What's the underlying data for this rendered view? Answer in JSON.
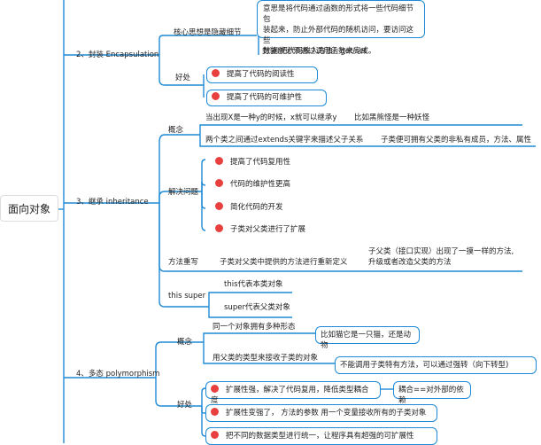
{
  "root": "面向对象",
  "encapsulation": {
    "label": "2、封装 Encapsulation",
    "core": {
      "label": "核心思想是隐藏细节",
      "desc": [
        "意思是将代码通过函数的形式将一些代码细节包",
        "装起来，防止外部代码的随机访问，要访问这些",
        "数据就必须通过调用函数来完成。"
      ],
      "example": "封装(把代码放入方法）get/set"
    },
    "benefits": {
      "label": "好处",
      "items": [
        "提高了代码的阅读性",
        "提高了代码的可维护性"
      ]
    }
  },
  "inheritance": {
    "label": "3、继承  inheritance",
    "concept": {
      "label": "概念",
      "line1": "当出现X是一种y的时候，x就可以继承y",
      "line1_example": "比如黑熊怪是一种妖怪",
      "line2": "两个类之间通过extends关键字来描述父子关系",
      "line2_note": "子类便可拥有父类的非私有成员，方法、属性"
    },
    "solve": {
      "label": "解决问题",
      "items": [
        "提高了代码复用性",
        "代码的维护性更高",
        "简化代码的开发",
        "子类对父类进行了扩展"
      ]
    },
    "override": {
      "label": "方法重写",
      "desc": "子类对父类中提供的方法进行重新定义",
      "note": [
        "子父类（接口实现）出现了一摸一样的方法,",
        "升级或者改造父类的方法"
      ]
    },
    "this_super": {
      "label": "this super",
      "items": [
        "this代表本类对象",
        "super代表父类对象"
      ]
    }
  },
  "polymorphism": {
    "label": "4、多态 polymorphism",
    "concept": {
      "label": "概念",
      "line1": "同一个对象拥有多种形态",
      "line1_example": "比如猫它是一只猫，还是动物",
      "line2": "用父类的类型来接收子类的对象",
      "line2_note": "不能调用子类特有方法，可以通过强转（向下转型)"
    },
    "benefits": {
      "label": "好处",
      "items": [
        "扩展性强，解决了代码复用，降低类型耦合度",
        "扩展性变强了，  方法的参数 用一个变量接收所有的子类对象",
        "把不同的数据类型进行统一，让程序具有超强的可扩展性"
      ],
      "coupling_note": "耦合==对外部的依赖"
    }
  },
  "colors": {
    "line": "#1e8ad6",
    "dot": "#e8403f"
  }
}
